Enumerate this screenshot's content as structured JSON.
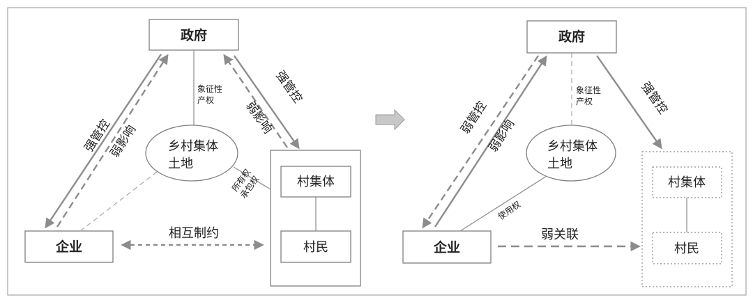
{
  "left": {
    "government": "政府",
    "land": [
      "乡村集体",
      "土地"
    ],
    "symbolic_rights": [
      "象征性",
      "产权"
    ],
    "strong_control_1": "强管控",
    "weak_influence_1": "弱影响",
    "strong_control_2": "强管控",
    "weak_influence_2": "弱影响",
    "ownership_rights": [
      "所有权",
      "承包权"
    ],
    "enterprise": "企业",
    "mutual_constraint": "相互制约",
    "collective": "村集体",
    "villagers": "村民"
  },
  "right": {
    "government": "政府",
    "land": [
      "乡村集体",
      "土地"
    ],
    "symbolic_rights": [
      "象征性",
      "产权"
    ],
    "weak_control": "弱管控",
    "weak_influence": "弱影响",
    "strong_control": "强管控",
    "use_rights": "使用权",
    "enterprise": "企业",
    "weak_link": "弱关联",
    "collective": "村集体",
    "villagers": "村民"
  },
  "colors": {
    "frame": "#a6a6a6",
    "arrow": "#8c8c8c",
    "text": "#222222"
  }
}
